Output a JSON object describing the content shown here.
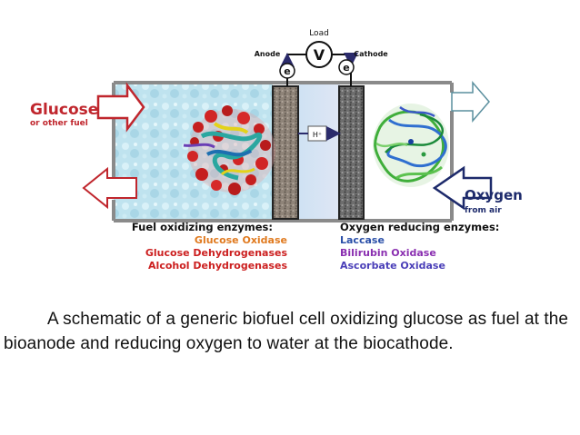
{
  "diagram": {
    "load_label": "Load",
    "voltmeter_symbol": "V",
    "anode_label": "Anode",
    "cathode_label": "Cathode",
    "electron_symbol": "e",
    "proton_label": "H⁺",
    "glucose_label": "Glucose",
    "glucose_sublabel": "or other fuel",
    "oxygen_label": "Oxygen",
    "oxygen_sublabel": "from air",
    "fuel_enzymes_heading": "Fuel oxidizing enzymes:",
    "fuel_enzymes": [
      "Glucose Oxidase",
      "Glucose Dehydrogenases",
      "Alcohol Dehydrogenases"
    ],
    "oxygen_enzymes_heading": "Oxygen reducing enzymes:",
    "oxygen_enzymes": [
      "Laccase",
      "Bilirubin Oxidase",
      "Ascorbate Oxidase"
    ]
  },
  "colors": {
    "glucose_red": "#c0262d",
    "oxygen_navy": "#1d2a6b",
    "glucose_oxidase": "#e07a1f",
    "glucose_dehydrogenases": "#cc2020",
    "alcohol_dehydrogenases": "#cc2020",
    "laccase": "#2a4fa8",
    "bilirubin_oxidase": "#8a2fb0",
    "ascorbate_oxidase": "#4a3fb8"
  },
  "caption": "A schematic of a generic biofuel cell oxidizing glucose as fuel at the bioanode and reducing oxygen to water at the biocathode."
}
